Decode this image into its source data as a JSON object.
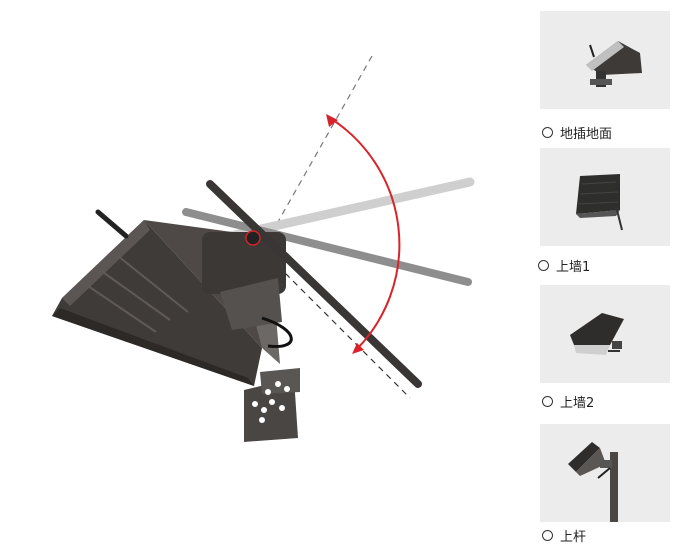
{
  "main_illustration": {
    "description_icon": "solar-floodlight-adjustable-tilt-icon"
  },
  "options": [
    {
      "label": "地插地面",
      "icon": "ground-stake-mount-icon"
    },
    {
      "label": "上墙1",
      "icon": "wall-mount-1-icon"
    },
    {
      "label": "上墙2",
      "icon": "wall-mount-2-icon"
    },
    {
      "label": "上杆",
      "icon": "pole-mount-icon"
    }
  ],
  "colors": {
    "arc": "#d8232a",
    "housing": "#4a4542",
    "thumb_bg": "#ececec"
  }
}
